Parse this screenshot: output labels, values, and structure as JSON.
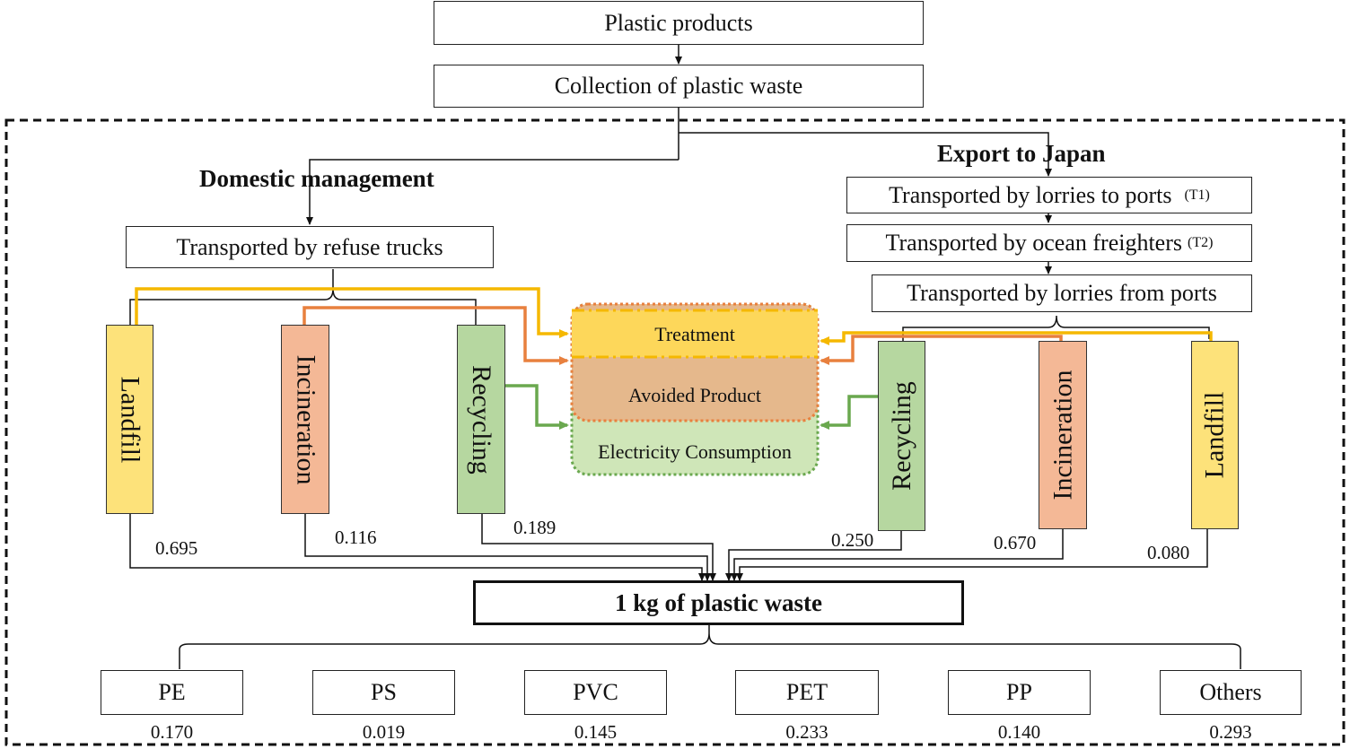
{
  "colors": {
    "landfill_fill": "#fde27a",
    "landfill_line": "#f5b800",
    "incineration_fill": "#f4b896",
    "incineration_line": "#e8803e",
    "recycling_fill": "#b6d7a0",
    "recycling_line": "#6aa84f",
    "treatment_fill": "#fdd75a",
    "avoided_fill": "#e5b88c",
    "electricity_fill": "#cfe6b8"
  },
  "top": {
    "plastic_products": "Plastic products",
    "collection": "Collection of plastic waste"
  },
  "domestic": {
    "heading": "Domestic management",
    "transport": "Transported by refuse trucks",
    "landfill": "Landfill",
    "incineration": "Incineration",
    "recycling": "Recycling",
    "landfill_value": "0.695",
    "incineration_value": "0.116",
    "recycling_value": "0.189"
  },
  "export": {
    "heading": "Export to Japan",
    "transport_1": "Transported by lorries to ports",
    "transport_1_tag": "(T1)",
    "transport_2": "Transported by ocean freighters",
    "transport_2_tag": "(T2)",
    "transport_3": "Transported by lorries from ports",
    "recycling": "Recycling",
    "incineration": "Incineration",
    "landfill": "Landfill",
    "recycling_value": "0.250",
    "incineration_value": "0.670",
    "landfill_value": "0.080"
  },
  "center": {
    "treatment": "Treatment",
    "avoided_product": "Avoided Product",
    "electricity": "Electricity Consumption"
  },
  "functional_unit": "1 kg of plastic waste",
  "composition": [
    {
      "label": "PE",
      "value": "0.170"
    },
    {
      "label": "PS",
      "value": "0.019"
    },
    {
      "label": "PVC",
      "value": "0.145"
    },
    {
      "label": "PET",
      "value": "0.233"
    },
    {
      "label": "PP",
      "value": "0.140"
    },
    {
      "label": "Others",
      "value": "0.293"
    }
  ]
}
